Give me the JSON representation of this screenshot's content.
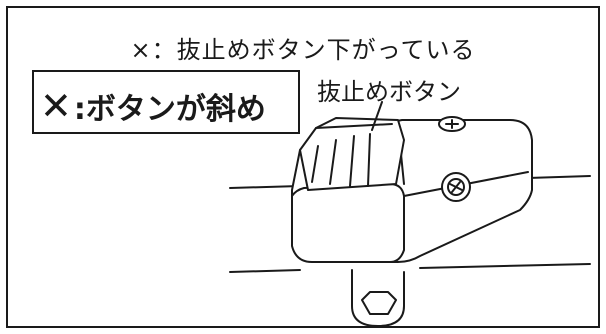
{
  "caption": "×：抜止めボタン下がっている",
  "callout": {
    "mark": "✕",
    "text": ":ボタンが斜め"
  },
  "part_label": "抜止めボタン",
  "colors": {
    "line": "#1a1a1a",
    "background": "#ffffff"
  },
  "icons": [
    "cross-mark-icon"
  ]
}
